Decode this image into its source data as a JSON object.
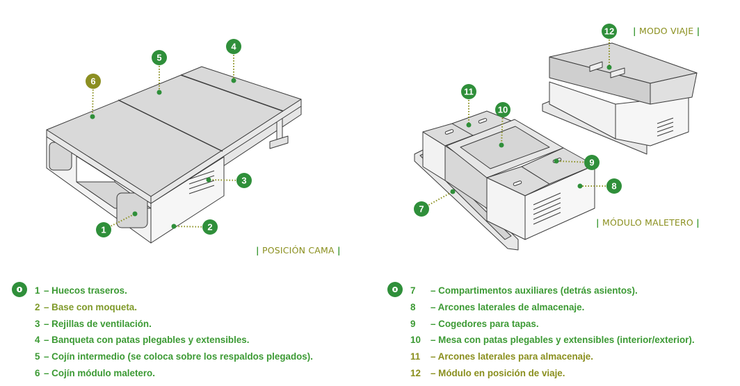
{
  "colors": {
    "green": "#3c9a34",
    "olive": "#8a8f1e",
    "marker": "#2f8f3a",
    "marker_olive": "#8c8f22",
    "surface": "#d9d9d9",
    "side": "#ececec",
    "stroke": "#3a3a3a"
  },
  "captions": {
    "bed": "POSICIÓN CAMA",
    "travel": "MODO VIAJE",
    "trunk": "MÓDULO MALETERO",
    "bar": "|"
  },
  "markers": [
    {
      "n": "1"
    },
    {
      "n": "2"
    },
    {
      "n": "3"
    },
    {
      "n": "4"
    },
    {
      "n": "5"
    },
    {
      "n": "6"
    },
    {
      "n": "7"
    },
    {
      "n": "8"
    },
    {
      "n": "9"
    },
    {
      "n": "10"
    },
    {
      "n": "11"
    },
    {
      "n": "12"
    }
  ],
  "legend_left": [
    {
      "num": "1",
      "text": "– Huecos traseros.",
      "color": "#3c9a34"
    },
    {
      "num": "2",
      "text": "– Base con moqueta.",
      "color": "#7f9a2a"
    },
    {
      "num": "3",
      "text": "– Rejillas de ventilación.",
      "color": "#3c9a34"
    },
    {
      "num": "4",
      "text": "– Banqueta con patas plegables y extensibles.",
      "color": "#3c9a34"
    },
    {
      "num": "5",
      "text": "– Cojín intermedio (se coloca sobre los respaldos plegados).",
      "color": "#3c9a34"
    },
    {
      "num": "6",
      "text": "– Cojín módulo maletero.",
      "color": "#3c9a34"
    }
  ],
  "legend_right": [
    {
      "num": "7",
      "text": "– Compartimentos auxiliares (detrás asientos).",
      "color": "#3c9a34"
    },
    {
      "num": "8",
      "text": "– Arcones laterales de almacenaje.",
      "color": "#3c9a34"
    },
    {
      "num": "9",
      "text": "– Cogedores para tapas.",
      "color": "#3c9a34"
    },
    {
      "num": "10",
      "text": "– Mesa con patas plegables y extensibles (interior/exterior).",
      "color": "#3c9a34"
    },
    {
      "num": "11",
      "text": "– Arcones laterales para almacenaje.",
      "color": "#8a8f1e"
    },
    {
      "num": "12",
      "text": "– Módulo en posición de viaje.",
      "color": "#8a8f1e"
    }
  ]
}
